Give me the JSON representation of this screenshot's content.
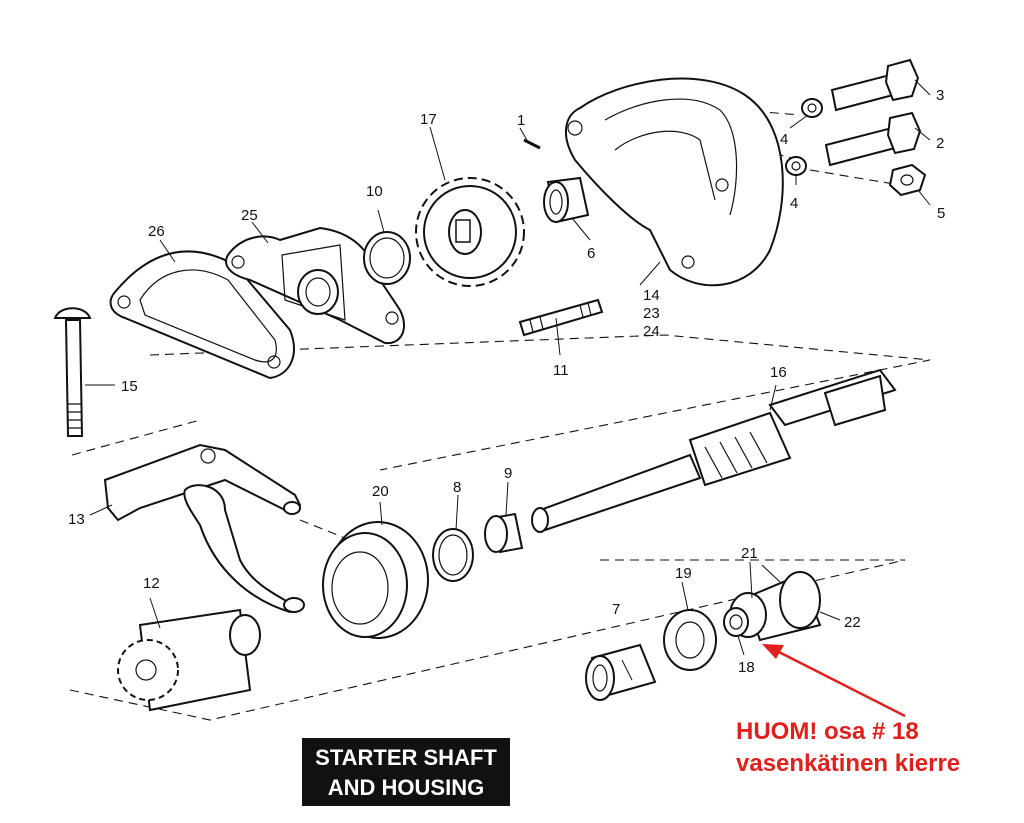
{
  "diagram": {
    "title_line1": "STARTER SHAFT",
    "title_line2": "AND HOUSING",
    "note_line1": "HUOM! osa # 18",
    "note_line2": "vasenkätinen kierre",
    "accent_color": "#e0201c",
    "part_numbers": [
      "1",
      "2",
      "3",
      "4",
      "4",
      "5",
      "6",
      "7",
      "8",
      "9",
      "10",
      "11",
      "12",
      "13",
      "14",
      "23",
      "24",
      "15",
      "16",
      "17",
      "18",
      "19",
      "20",
      "21",
      "22",
      "25",
      "26"
    ]
  }
}
